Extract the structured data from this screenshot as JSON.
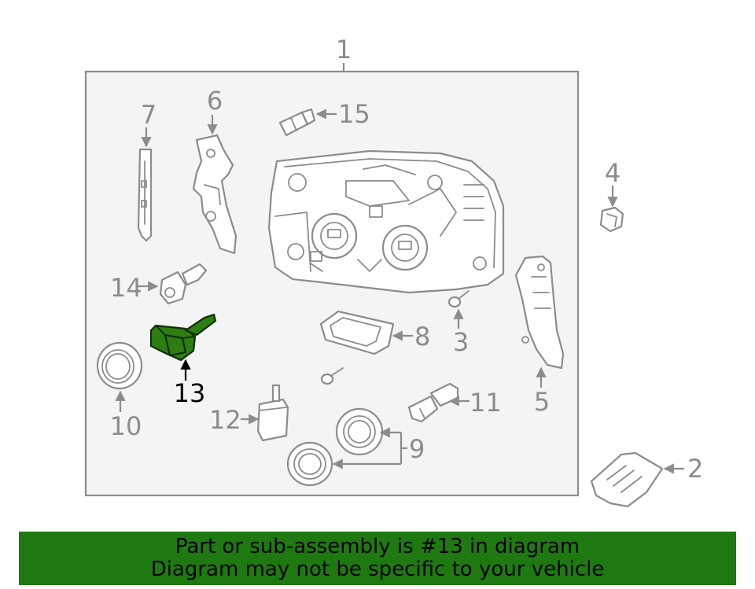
{
  "diagram": {
    "callouts": {
      "c1": "1",
      "c2": "2",
      "c3": "3",
      "c4": "4",
      "c5": "5",
      "c6": "6",
      "c7": "7",
      "c8": "8",
      "c9": "9",
      "c10": "10",
      "c11": "11",
      "c12": "12",
      "c13": "13",
      "c14": "14",
      "c15": "15"
    },
    "highlighted_part": "13",
    "colors": {
      "highlight": "#2e7d12",
      "banner": "#1e7a10",
      "callout": "#8c8c8c",
      "frame_fill": "#f4f4f4"
    }
  },
  "banner": {
    "line1": "Part or sub-assembly is #13 in diagram",
    "line2": "Diagram may not be specific to your vehicle"
  }
}
